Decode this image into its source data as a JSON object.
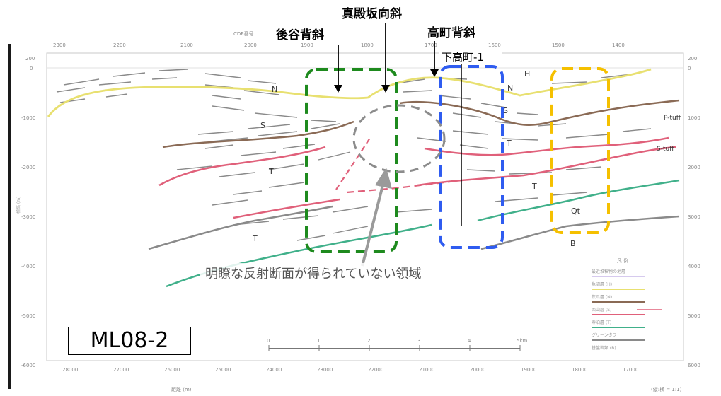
{
  "title": "ML08-2",
  "annotations": {
    "ushirodani": "後谷背斜",
    "shindonosaka": "真殿坂向斜",
    "takamachi": "高町背斜",
    "well": "下高町-1",
    "no_reflection": "明瞭な反射断面が得られていない領域"
  },
  "units": {
    "H": "H",
    "N_left": "N",
    "N_right": "N",
    "S_left": "S",
    "S_right": "S",
    "T_1": "T",
    "T_2": "T",
    "T_3": "T",
    "T_4": "T",
    "Qt": "Qt",
    "B": "B"
  },
  "tuff_labels": {
    "p_tuff": "P-tuff",
    "s_tuff": "S-tuff"
  },
  "axes": {
    "left_ticks": [
      "200",
      "0",
      "-1000",
      "-2000",
      "-3000",
      "-4000",
      "-5000",
      "-6000"
    ],
    "right_ticks": [
      "200",
      "0",
      "1000",
      "2000",
      "3000",
      "4000",
      "5000",
      "6000"
    ],
    "top_cdp": [
      "2300",
      "2200",
      "2100",
      "2000",
      "1900",
      "1800",
      "1700",
      "1600",
      "1500",
      "1400"
    ],
    "top_label": "CDP番号",
    "bottom_distance": [
      "28000",
      "27000",
      "26000",
      "25000",
      "24000",
      "23000",
      "22000",
      "21000",
      "20000",
      "19000",
      "18000",
      "17000"
    ],
    "bottom_label": "距離 (m)",
    "y_label": "標高 (m)",
    "scale_label": "(縦:横 = 1:1)",
    "scale_bar": [
      "0",
      "1",
      "2",
      "3",
      "4",
      "5km"
    ]
  },
  "legend": {
    "header": "凡 例",
    "items": [
      "最近堆積物の地層",
      "魚沼層 (H)",
      "灰爪層 (N)",
      "西山層 (S)",
      "寺泊層 (T)",
      "グリーンタフ",
      "基盤岩類 (B)"
    ]
  },
  "colors": {
    "ushirodani_box": "#1e8a1e",
    "shindonosaka_circle": "#8c8c8c",
    "takamachi_box": "#2f5cf0",
    "right_box": "#f5c000",
    "layer_yellow": "#e8e070",
    "layer_brown": "#8a6a55",
    "layer_pink": "#e0607a",
    "layer_green": "#40b08a",
    "layer_gray": "#8a8a8a"
  }
}
